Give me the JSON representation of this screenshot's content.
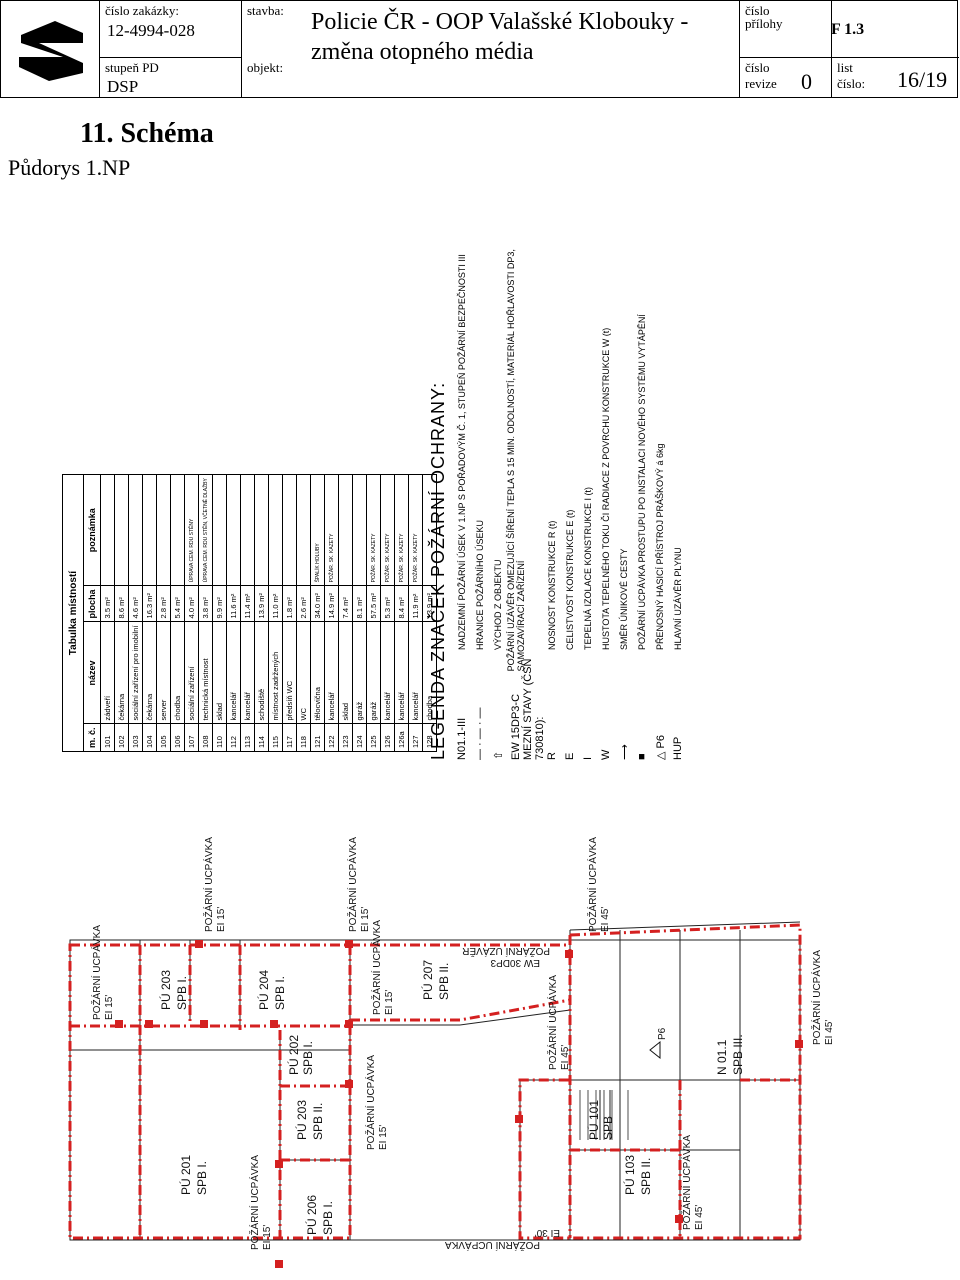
{
  "header": {
    "order_label": "číslo zakázky:",
    "order_value": "12-4994-028",
    "stage_label": "stupeň PD",
    "stage_value": "DSP",
    "building_label": "stavba:",
    "object_label": "objekt:",
    "title_line1": "Policie ČR - OOP Valašské Klobouky -",
    "title_line2": "změna otopného média",
    "annex_label_1": "číslo",
    "annex_label_2": "přílohy",
    "annex_value": "F 1.3",
    "revision_label_1": "číslo",
    "revision_label_2": "revize",
    "revision_value": "0",
    "sheet_label_1": "list",
    "sheet_label_2": "číslo:",
    "sheet_value": "16/19"
  },
  "section_title": "11. Schéma",
  "plan_title": "Půdorys 1.NP",
  "room_table": {
    "caption": "Tabulka místností",
    "headers": [
      "m. č.",
      "název",
      "plocha",
      "poznámka"
    ],
    "rows": [
      [
        "101",
        "zádveří",
        "3.5 m²",
        ""
      ],
      [
        "102",
        "čekárna",
        "8.6 m²",
        ""
      ],
      [
        "103",
        "sociální zařízení pro imobilní",
        "4.6 m²",
        ""
      ],
      [
        "104",
        "čekárna",
        "16.3 m²",
        ""
      ],
      [
        "105",
        "server",
        "2.8 m²",
        ""
      ],
      [
        "106",
        "chodba",
        "5.4 m²",
        ""
      ],
      [
        "107",
        "sociální zařízení",
        "4.0 m²",
        "ÚPRAVA CEM. RDU STĚNY"
      ],
      [
        "108",
        "technická místnost",
        "3.8 m²",
        "ÚPRAVA CEM. RDU STĚN, VČETNĚ DLAŽBY"
      ],
      [
        "110",
        "sklad",
        "9.9 m²",
        ""
      ],
      [
        "112",
        "kancelář",
        "11.6 m²",
        ""
      ],
      [
        "113",
        "kancelář",
        "11.4 m²",
        ""
      ],
      [
        "114",
        "schodiště",
        "13.9 m²",
        ""
      ],
      [
        "115",
        "místnost zadržených",
        "11.0 m²",
        ""
      ],
      [
        "117",
        "předsíň WC",
        "1.8 m²",
        ""
      ],
      [
        "118",
        "WC",
        "2.6 m²",
        ""
      ],
      [
        "121",
        "tělocvična",
        "34.0 m²",
        "ŠPALÍK HOLUBY"
      ],
      [
        "122",
        "kancelář",
        "14.9 m²",
        "POŽÁR. SK. KAZETY"
      ],
      [
        "123",
        "sklad",
        "7.4 m²",
        ""
      ],
      [
        "124",
        "garáž",
        "8.1 m²",
        ""
      ],
      [
        "125",
        "garáž",
        "57.5 m²",
        "POŽÁR. SK. KAZETY"
      ],
      [
        "126",
        "kancelář",
        "5.3 m²",
        "POŽÁR. SK. KAZETY"
      ],
      [
        "126a",
        "kancelář",
        "8.4 m²",
        "POŽÁR. SK. KAZETY"
      ],
      [
        "127",
        "kancelář",
        "11.9 m²",
        "POŽÁR. SK. KAZETY"
      ],
      [
        "128",
        "chodba",
        "13.9 m²",
        ""
      ]
    ]
  },
  "legend": {
    "title": "LEGENDA ZNAČEK POŽÁRNÍ OCHRANY:",
    "items": [
      {
        "symbol": "N01.1-III",
        "text": "NADZEMNÍ POŽÁRNÍ ÚSEK V 1.NP S POŘADOVÝM Č. 1, STUPEŇ POŽÁRNÍ BEZPEČNOSTI III"
      },
      {
        "symbol": "— · — · —",
        "text": "HRANICE POŽÁRNÍHO ÚSEKU"
      },
      {
        "symbol": "⇧",
        "text": "VÝCHOD Z OBJEKTU"
      },
      {
        "symbol": "EW 15DP3-C",
        "text": "POŽÁRNÍ UZÁVĚR OMEZUJÍCÍ ŠÍŘENÍ TEPLA S 15 MIN. ODOLNOSTÍ, MATERIÁL HOŘLAVOSTI DP3, SAMOZAVÍRACÍ ZAŘÍZENÍ"
      },
      {
        "symbol": "MEZNÍ STAVY (ČSN 730810):",
        "text": ""
      },
      {
        "symbol": "R",
        "text": "NOSNOST KONSTRUKCE R (t)"
      },
      {
        "symbol": "E",
        "text": "CELISTVOST KONSTRUKCE E (t)"
      },
      {
        "symbol": "I",
        "text": "TEPELNÁ IZOLACE KONSTRUKCE I (t)"
      },
      {
        "symbol": "W",
        "text": "HUSTOTA TEPELNÉHO TOKU ČI RADIACE Z POVRCHU KONSTRUKCE W (t)"
      },
      {
        "symbol": "⟶",
        "text": "SMĚR ÚNIKOVÉ CESTY"
      },
      {
        "symbol": "■",
        "text": "POŽÁRNÍ UCPÁVKA PROSTUPU PO INSTALACI NOVÉHO SYSTÉMU VYTÁPĚNÍ"
      },
      {
        "symbol": "△ P6",
        "text": "PŘENOSNÝ HASICÍ PŘÍSTROJ PRÁŠKOVÝ á 6kg"
      },
      {
        "symbol": "HUP",
        "text": "HLAVNÍ UZÁVĚR PLYNU"
      }
    ]
  },
  "plan_labels": {
    "pu201": "PÚ 201",
    "spb201": "SPB I.",
    "pu202": "PÚ 202",
    "spb202": "SPB I.",
    "pu203a": "PÚ 203",
    "spb203a": "SPB I.",
    "pu203b": "PÚ 203",
    "spb203b": "SPB II.",
    "pu204": "PÚ 204",
    "spb204": "SPB I.",
    "pu206": "PÚ 206",
    "spb206": "SPB I.",
    "pu207": "PÚ 207",
    "spb207": "SPB II.",
    "pu101": "PÚ 101",
    "spb101": "SPB",
    "pu103": "PÚ 103",
    "spb103": "SPB II.",
    "n011": "N 01.1",
    "spb_n011": "SPB III.",
    "ucp": "POŽÁRNÍ UCPÁVKA",
    "ei15": "EI 15'",
    "ei45": "EI 45'",
    "ei30": "EI 30'",
    "uzaver": "POŽÁRNÍ UZÁVĚR",
    "ew30": "EW 30DP3",
    "p6": "P6"
  }
}
